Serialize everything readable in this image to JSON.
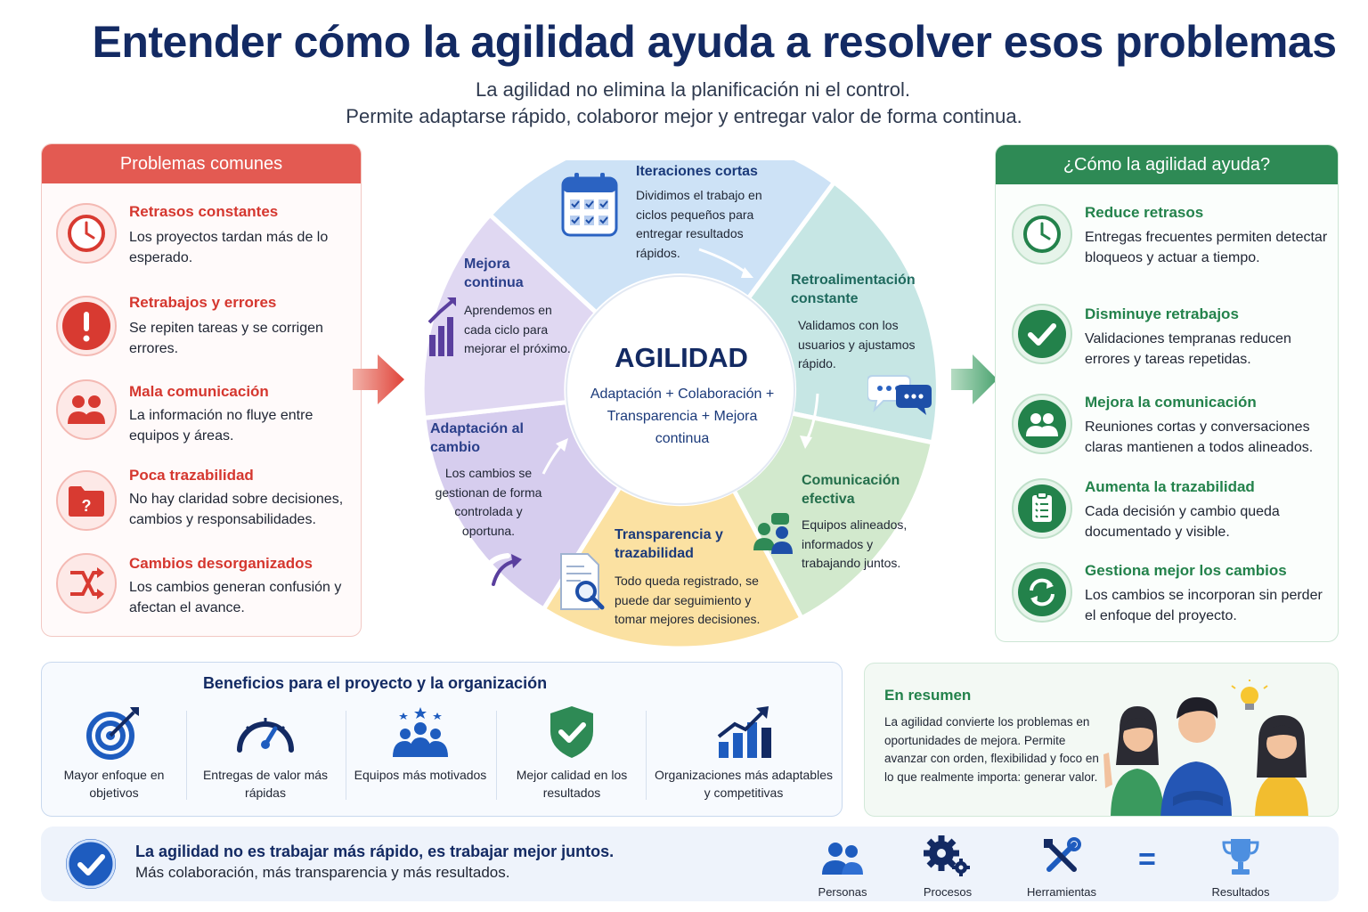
{
  "header": {
    "title": "Entender cómo la agilidad ayuda a resolver esos problemas",
    "subtitle_1": "La agilidad no elimina la planificación ni el control.",
    "subtitle_2": "Permite adaptarse rápido, colaboror mejor y entregar valor de forma continua."
  },
  "problems": {
    "heading": "Problemas comunes",
    "items": [
      {
        "icon": "clock-icon",
        "title": "Retrasos constantes",
        "desc": "Los proyectos tardan más de lo esperado."
      },
      {
        "icon": "exclamation-icon",
        "title": "Retrabajos y errores",
        "desc": "Se repiten tareas y se corrigen errores."
      },
      {
        "icon": "people-icon",
        "title": "Mala comunicación",
        "desc": "La información no fluye entre equipos y áreas."
      },
      {
        "icon": "folder-question-icon",
        "title": "Poca trazabilidad",
        "desc": "No hay claridad sobre decisiones, cambios y responsabilidades."
      },
      {
        "icon": "shuffle-arrows-icon",
        "title": "Cambios desorganizados",
        "desc": "Los cambios generan confusión y afectan el avance."
      }
    ]
  },
  "solutions": {
    "heading": "¿Cómo la agilidad ayuda?",
    "items": [
      {
        "icon": "clock-icon",
        "title": "Reduce retrasos",
        "desc": "Entregas frecuentes permiten detectar bloqueos y actuar a tiempo."
      },
      {
        "icon": "check-icon",
        "title": "Disminuye retrabajos",
        "desc": "Validaciones tempranas reducen errores y tareas repetidas."
      },
      {
        "icon": "people-icon",
        "title": "Mejora la comunicación",
        "desc": "Reuniones cortas y conversaciones claras mantienen a todos alineados."
      },
      {
        "icon": "clipboard-list-icon",
        "title": "Aumenta la trazabilidad",
        "desc": "Cada decisión y cambio queda documentado y visible."
      },
      {
        "icon": "refresh-icon",
        "title": "Gestiona mejor los cambios",
        "desc": "Los cambios se incorporan sin perder el enfoque del proyecto."
      }
    ]
  },
  "wheel": {
    "center_title": "AGILIDAD",
    "center_desc": "Adaptación + Colaboración + Transparencia + Mejora continua",
    "segments": [
      {
        "key": "iter",
        "icon": "calendar-icon",
        "title": "Iteraciones cortas",
        "desc": "Dividimos el trabajo en ciclos pequeños para entregar resultados rápidos.",
        "color": "#cfe3f6"
      },
      {
        "key": "retro",
        "icon": "chat-bubbles-icon",
        "title": "Retroalimentación constante",
        "desc": "Validamos con los usuarios y ajustamos rápido.",
        "color": "#c9e8e6"
      },
      {
        "key": "comm",
        "icon": "team-chat-icon",
        "title": "Comunicación efectiva",
        "desc": "Equipos alineados, informados y trabajando juntos.",
        "color": "#d3e9cf"
      },
      {
        "key": "trans",
        "icon": "document-search-icon",
        "title": "Transparencia y trazabilidad",
        "desc": "Todo queda registrado, se puede dar seguimiento y tomar mejores decisiones.",
        "color": "#fbe3a6"
      },
      {
        "key": "adapt",
        "icon": "curved-arrow-icon",
        "title": "Adaptación al cambio",
        "desc": "Los cambios se gestionan de forma controlada y oportuna.",
        "color": "#d9d2ee"
      },
      {
        "key": "mejora",
        "icon": "growth-chart-icon",
        "title": "Mejora continua",
        "desc": "Aprendemos en cada ciclo para mejorar el próximo.",
        "color": "#e2dbf2"
      }
    ]
  },
  "benefits": {
    "heading": "Beneficios para el proyecto y la organización",
    "items": [
      {
        "icon": "target-icon",
        "label": "Mayor enfoque en objetivos"
      },
      {
        "icon": "speedometer-icon",
        "label": "Entregas de valor más rápidas"
      },
      {
        "icon": "team-stars-icon",
        "label": "Equipos más motivados"
      },
      {
        "icon": "shield-check-icon",
        "label": "Mejor calidad en los resultados"
      },
      {
        "icon": "bar-chart-up-icon",
        "label": "Organizaciones más adaptables y competitivas"
      }
    ]
  },
  "summary": {
    "heading": "En resumen",
    "text": "La agilidad convierte los problemas en oportunidades de mejora. Permite avanzar con orden, flexibilidad y foco en lo que realmente importa: generar valor."
  },
  "footer": {
    "line1": "La agilidad no es trabajar más rápido, es trabajar mejor juntos.",
    "line2": "Más colaboración, más transparencia y más resultados.",
    "formula": [
      {
        "icon": "people-icon",
        "label": "Personas"
      },
      {
        "icon": "gears-icon",
        "label": "Procesos"
      },
      {
        "icon": "tools-icon",
        "label": "Herramientas"
      },
      {
        "icon": "trophy-icon",
        "label": "Resultados"
      }
    ],
    "equals": "="
  },
  "colors": {
    "title_navy": "#132a63",
    "problem_red": "#e35a52",
    "solution_green": "#2e8a55",
    "accent_blue": "#1e5cbf"
  }
}
